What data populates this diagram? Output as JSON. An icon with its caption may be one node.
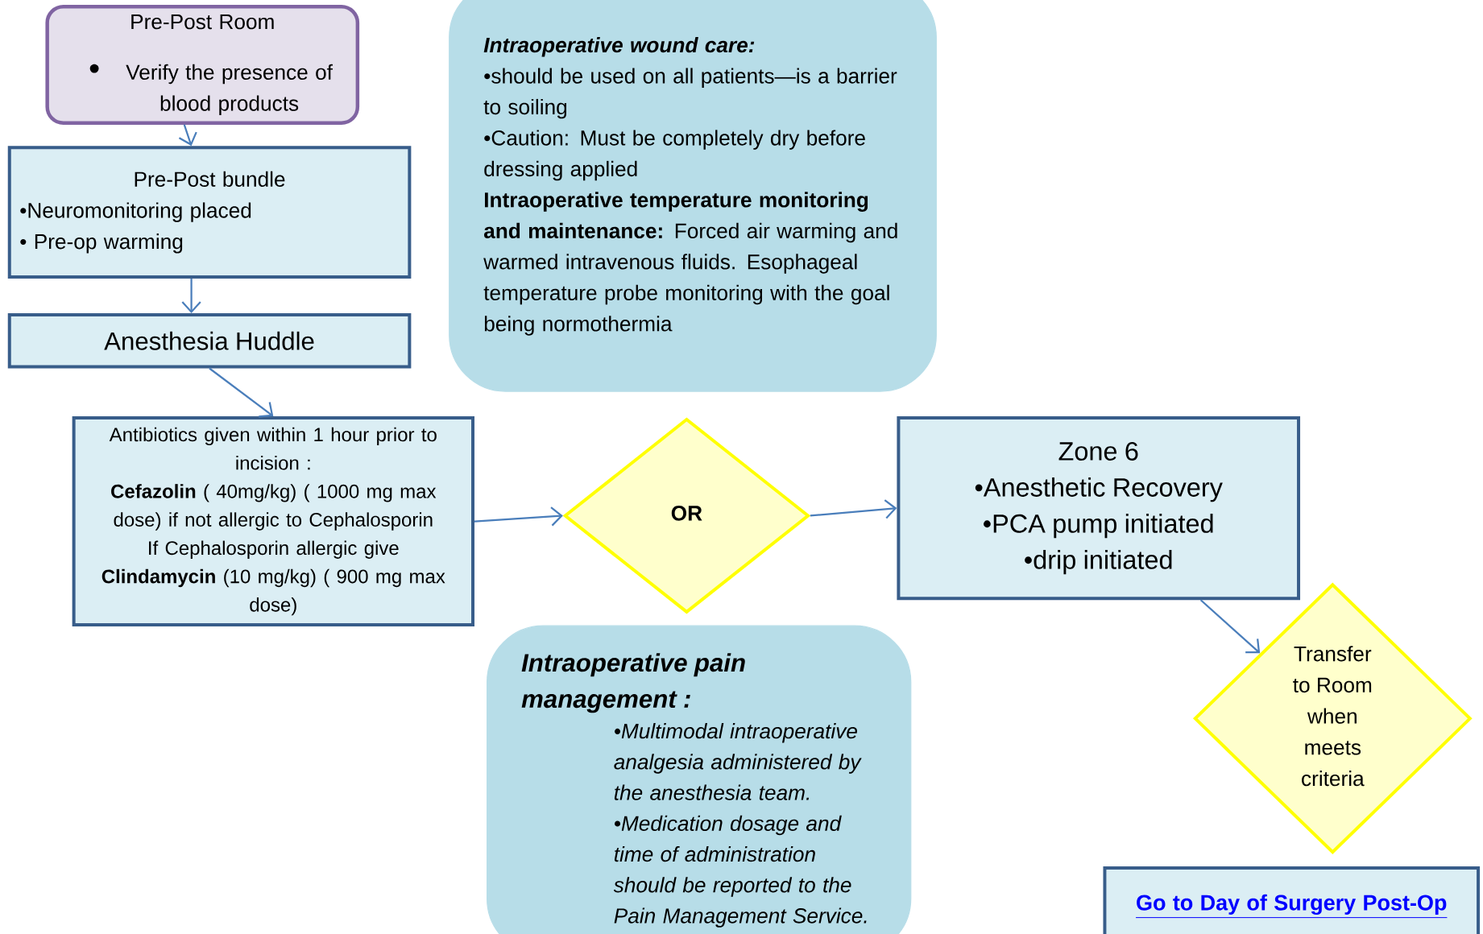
{
  "diagram": {
    "nodes": [
      {
        "text": [
          "Pre-Post Room",
          "•",
          "Verify the presence of blood products"
        ]
      },
      {
        "text": [
          "Pre-Post bundle",
          "•Neuromonitoring placed",
          "• Pre-op warming"
        ]
      },
      {
        "text": [
          "Anesthesia Huddle"
        ]
      },
      {
        "text": [
          "Antibiotics given within 1 hour prior to incision :",
          "**Cefazolin** ( 40mg/kg) ( 1000 mg max dose) if not allergic to Cephalosporin",
          "If Cephalosporin allergic give",
          "**Clindamycin** (10 mg/kg) ( 900 mg max dose)"
        ]
      },
      {
        "text": [
          "Intraoperative wound care:",
          "•should be used on all patients—is a barrier to soiling",
          "•Caution: Must be completely dry before dressing applied",
          "**Intraoperative temperature monitoring and maintenance:** Forced air warming and warmed intravenous fluids. Esophageal temperature probe monitoring with the goal being normothermia"
        ]
      },
      {
        "text": [
          "OR"
        ]
      },
      {
        "text": [
          "Zone 6",
          "•Anesthetic Recovery",
          "•PCA pump initiated",
          "•drip initiated"
        ]
      },
      {
        "text": [
          "Intraoperative pain management :",
          "•Multimodal intraoperative analgesia administered by the anesthesia team.",
          "•Medication dosage and time of administration should be reported to the Pain Management Service."
        ]
      },
      {
        "text": [
          "Transfer to Room when meets criteria"
        ]
      },
      {
        "text": [
          "Go to Day of Surgery Post-Op"
        ]
      }
    ],
    "edges": [
      {
        "from": 0,
        "to": 1,
        "arrow": "to"
      },
      {
        "from": 1,
        "to": 2,
        "arrow": "to"
      },
      {
        "from": 2,
        "to": 3,
        "arrow": "to"
      },
      {
        "from": 3,
        "to": 5,
        "arrow": "to"
      },
      {
        "from": 5,
        "to": 6,
        "arrow": "to"
      },
      {
        "from": 6,
        "to": 8,
        "arrow": "to"
      }
    ]
  }
}
